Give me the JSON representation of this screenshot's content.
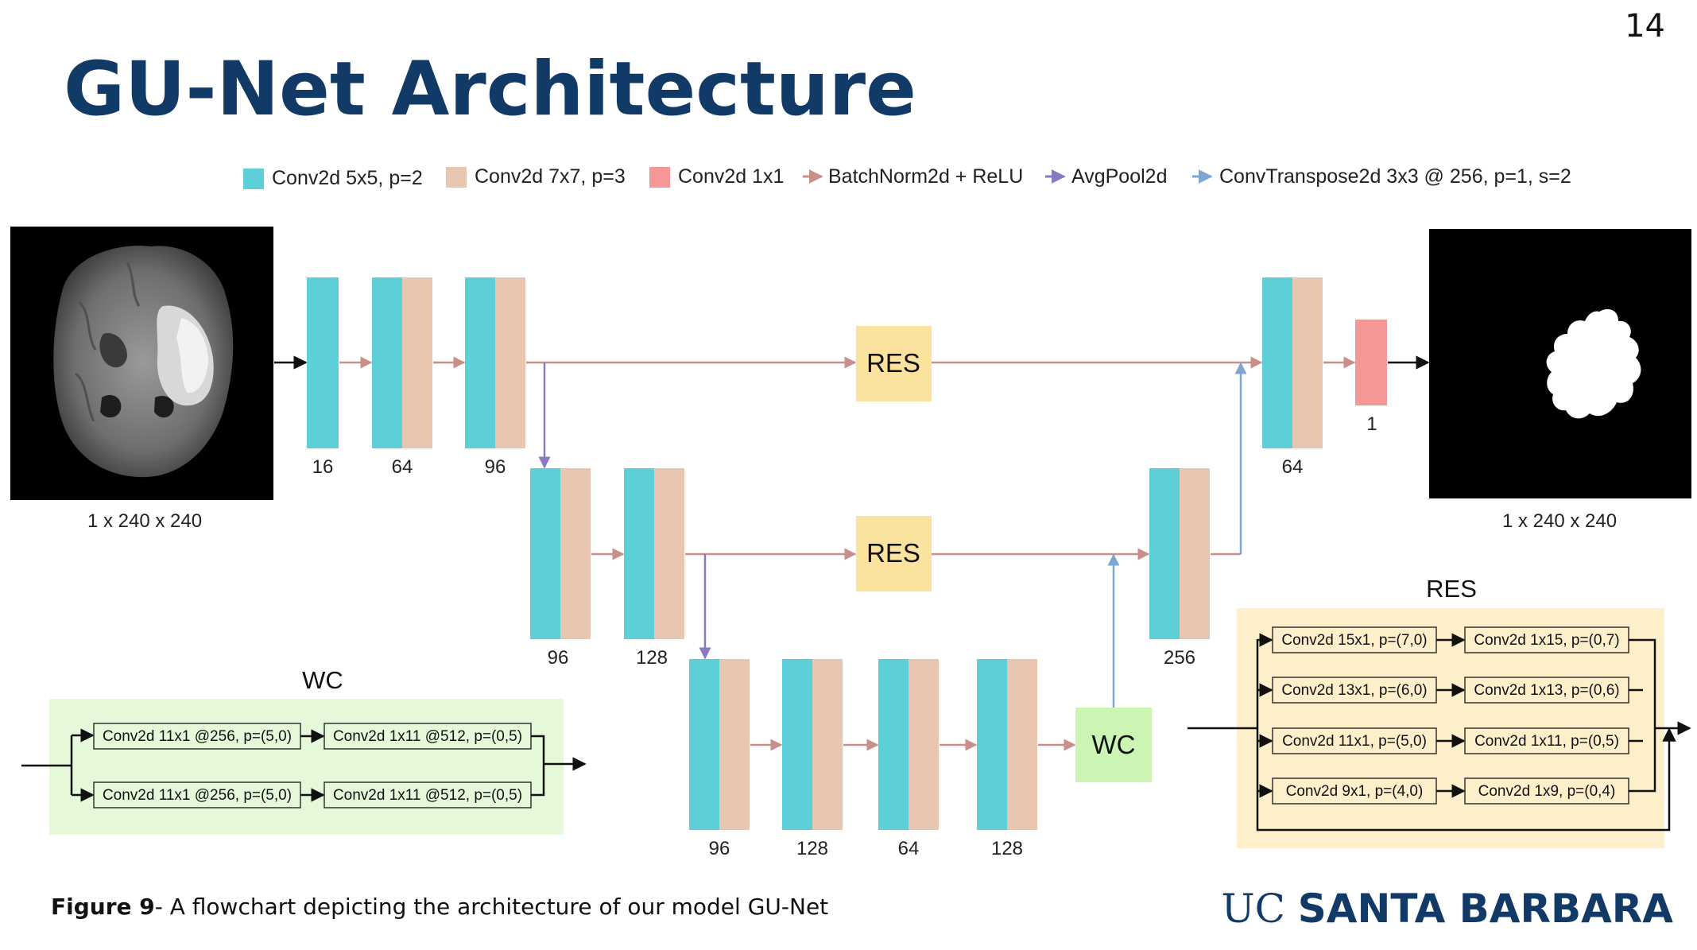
{
  "page_number": "14",
  "title": "GU-Net Architecture",
  "caption": {
    "label": "Figure 9",
    "text": "- A flowchart depicting the architecture of our model GU-Net"
  },
  "logo": {
    "uc": "UC",
    "sb": "SANTA BARBARA"
  },
  "colors": {
    "title": "#123a66",
    "conv5": "#5ccfd8",
    "conv7": "#e9c6b0",
    "conv1": "#f59797",
    "bn_arrow": "#c8908b",
    "pool_arrow": "#8a78c2",
    "tconv_arrow": "#7ea6cf",
    "res_box": "#fbe39f",
    "wc_box": "#ccf5b4",
    "wc_panel": "#e5f9da",
    "res_panel": "#fcefc9"
  },
  "legend": [
    {
      "kind": "swatch",
      "color": "#5ccfd8",
      "label": "Conv2d 5x5, p=2"
    },
    {
      "kind": "swatch",
      "color": "#e9c6b0",
      "label": "Conv2d 7x7, p=3"
    },
    {
      "kind": "swatch",
      "color": "#f59797",
      "label": "Conv2d 1x1"
    },
    {
      "kind": "arrow",
      "color": "#c8908b",
      "label": "BatchNorm2d + ReLU"
    },
    {
      "kind": "arrow",
      "color": "#8a78c2",
      "label": "AvgPool2d"
    },
    {
      "kind": "arrow",
      "color": "#7ea6cf",
      "label": "ConvTranspose2d 3x3 @ 256, p=1, s=2"
    }
  ],
  "input_dims": "1 x 240 x 240",
  "output_dims": "1 x 240 x 240",
  "blocks": {
    "enc1": [
      "16",
      "64",
      "96"
    ],
    "enc2": [
      "96",
      "128"
    ],
    "bottleneck": [
      "96",
      "128",
      "64",
      "128"
    ],
    "dec2": "256",
    "dec1": "64",
    "out": "1"
  },
  "res_label": "RES",
  "wc_label": "WC",
  "wc_detail": {
    "title": "WC",
    "rows": [
      [
        "Conv2d 11x1 @256, p=(5,0)",
        "Conv2d 1x11 @512, p=(0,5)"
      ],
      [
        "Conv2d 11x1 @256, p=(5,0)",
        "Conv2d 1x11 @512, p=(0,5)"
      ]
    ]
  },
  "res_detail": {
    "title": "RES",
    "rows": [
      [
        "Conv2d 15x1, p=(7,0)",
        "Conv2d 1x15, p=(0,7)"
      ],
      [
        "Conv2d 13x1, p=(6,0)",
        "Conv2d 1x13, p=(0,6)"
      ],
      [
        "Conv2d 11x1, p=(5,0)",
        "Conv2d 1x11, p=(0,5)"
      ],
      [
        "Conv2d 9x1, p=(4,0)",
        "Conv2d 1x9, p=(0,4)"
      ]
    ]
  }
}
